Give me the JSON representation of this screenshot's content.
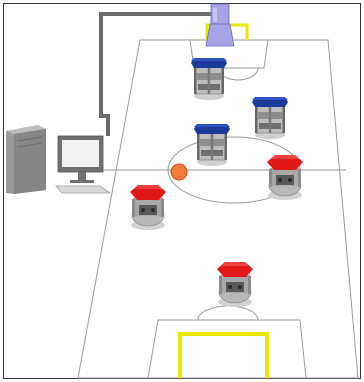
{
  "figure": {
    "colors": {
      "background": "#ffffff",
      "frame": "#333333",
      "field_line": "#9a9a9a",
      "goal_frame": "#e8e800",
      "camera_mount": "#a7a2e6",
      "camera_mount_edge": "#6e68c7",
      "cable": "#6b6b6b",
      "ball": "#f07a3c",
      "ball_edge": "#c9521a",
      "team_blue_top": "#1c3a99",
      "team_red_top": "#e31818",
      "robot_body": "#b3b3b3",
      "robot_dark": "#555555",
      "computer_tower": "#9b9b9b",
      "monitor": "#707070",
      "monitor_screen": "#f2f2f2"
    },
    "components": {
      "soccer_field": "field",
      "overhead_camera": "camera",
      "host_computer": "computer",
      "ball": "ball"
    },
    "robots": [
      {
        "team": "blue",
        "role": "goalkeeper"
      },
      {
        "team": "blue",
        "role": "field-player"
      },
      {
        "team": "blue",
        "role": "field-player"
      },
      {
        "team": "red",
        "role": "field-player"
      },
      {
        "team": "red",
        "role": "field-player"
      },
      {
        "team": "red",
        "role": "goalkeeper"
      }
    ]
  }
}
